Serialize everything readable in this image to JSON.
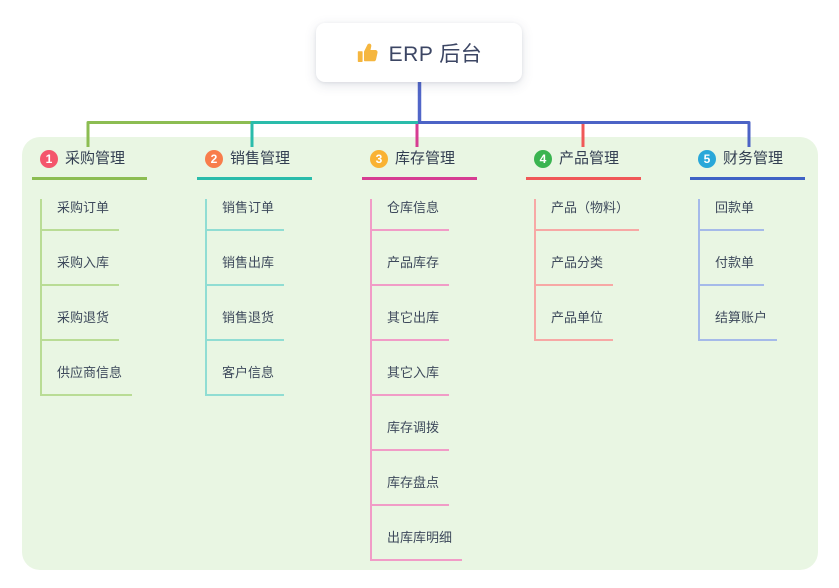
{
  "canvas": {
    "page_bg": "#ffffff",
    "panel_bg": "#e9f6e3"
  },
  "root": {
    "title": "ERP 后台",
    "icon": "thumbs-up-icon",
    "icon_color": "#f5b63f",
    "text_color": "#3c4664"
  },
  "connectors": {
    "root_line": "#5166c8",
    "bus_green": "#8cbd52",
    "bus_teal": "#2abcab",
    "bus_blue": "#4c63c6",
    "drop_magenta": "#d63d92",
    "drop_red": "#f05858"
  },
  "text": {
    "header_color": "#333f52",
    "child_color": "#3e4a5c"
  },
  "branches": [
    {
      "badge": "1",
      "label": "采购管理",
      "badge_color": "#f4566c",
      "line_color": "#8cbd52",
      "child_line_color": "#b9dc95",
      "children": [
        "采购订单",
        "采购入库",
        "采购退货",
        "供应商信息"
      ]
    },
    {
      "badge": "2",
      "label": "销售管理",
      "badge_color": "#f87d4b",
      "line_color": "#2abcab",
      "child_line_color": "#90ddd3",
      "children": [
        "销售订单",
        "销售出库",
        "销售退货",
        "客户信息"
      ]
    },
    {
      "badge": "3",
      "label": "库存管理",
      "badge_color": "#f9b233",
      "line_color": "#d63d92",
      "child_line_color": "#f19cc7",
      "children": [
        "仓库信息",
        "产品库存",
        "其它出库",
        "其它入库",
        "库存调拨",
        "库存盘点",
        "出库库明细"
      ]
    },
    {
      "badge": "4",
      "label": "产品管理",
      "badge_color": "#3ab450",
      "line_color": "#f05858",
      "child_line_color": "#f7a8a5",
      "children": [
        "产品（物料）",
        "产品分类",
        "产品单位"
      ]
    },
    {
      "badge": "5",
      "label": "财务管理",
      "badge_color": "#29a7d9",
      "line_color": "#3f62c5",
      "child_line_color": "#a5bae9",
      "children": [
        "回款单",
        "付款单",
        "结算账户"
      ]
    }
  ]
}
